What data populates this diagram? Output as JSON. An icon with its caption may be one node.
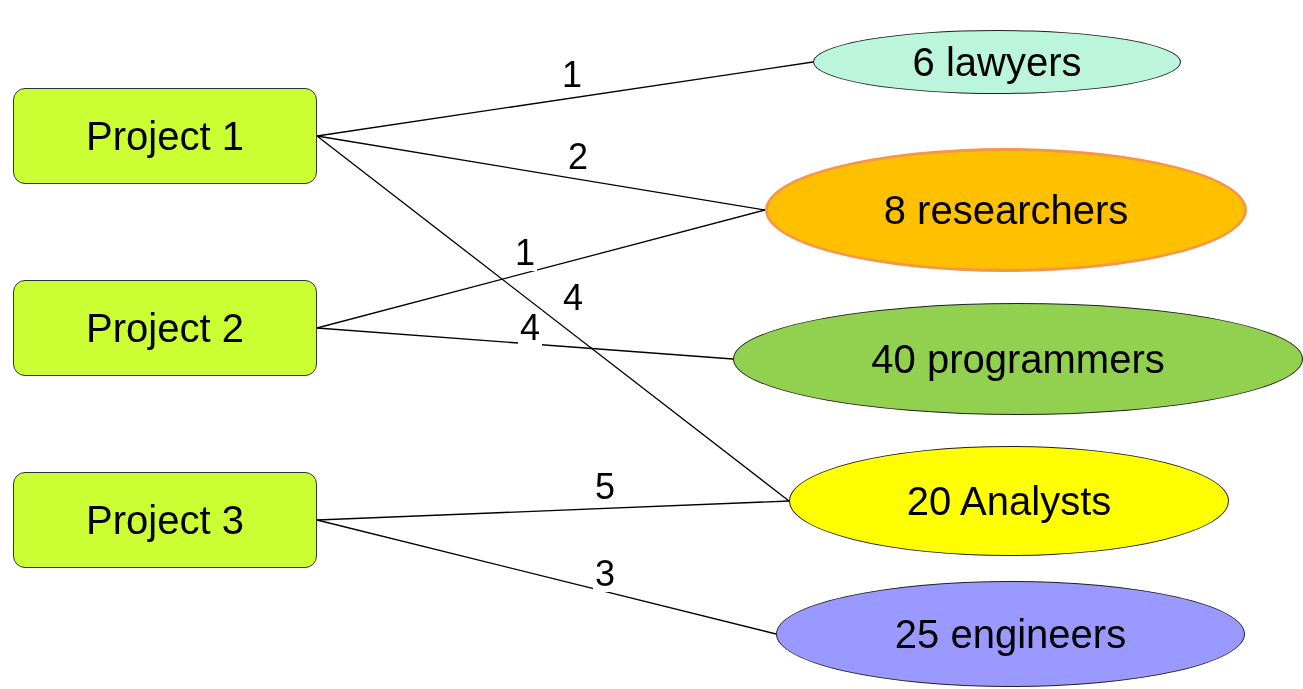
{
  "diagram": {
    "nodes": [
      {
        "text": [
          "Project 1"
        ]
      },
      {
        "text": [
          "Project 2"
        ]
      },
      {
        "text": [
          "Project 3"
        ]
      },
      {
        "text": [
          "6 lawyers"
        ]
      },
      {
        "text": [
          "8 researchers"
        ]
      },
      {
        "text": [
          "40 programmers"
        ]
      },
      {
        "text": [
          "20 Analysts"
        ]
      },
      {
        "text": [
          "25 engineers"
        ]
      }
    ],
    "edges": [
      {
        "from": 0,
        "to": 3,
        "arrow": "none",
        "label": "1"
      },
      {
        "from": 0,
        "to": 4,
        "arrow": "none",
        "label": "2"
      },
      {
        "from": 1,
        "to": 4,
        "arrow": "none",
        "label": "1"
      },
      {
        "from": 0,
        "to": 6,
        "arrow": "none",
        "label": "4"
      },
      {
        "from": 1,
        "to": 5,
        "arrow": "none",
        "label": "4"
      },
      {
        "from": 2,
        "to": 6,
        "arrow": "none",
        "label": "5"
      },
      {
        "from": 2,
        "to": 7,
        "arrow": "none",
        "label": "3"
      }
    ]
  }
}
